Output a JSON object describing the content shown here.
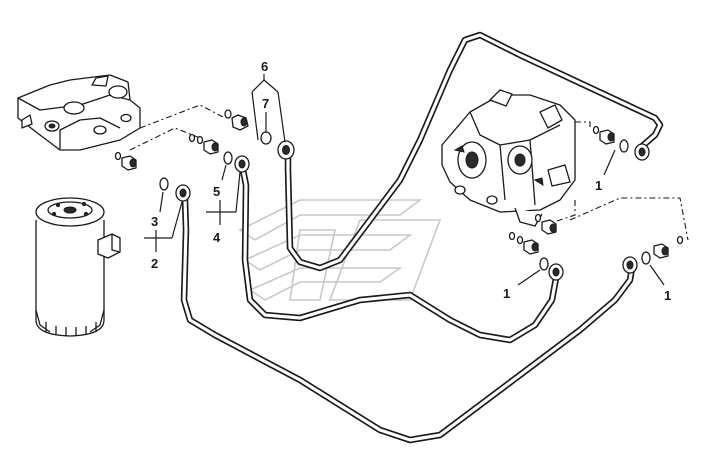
{
  "diagram": {
    "callouts": {
      "c1a": "1",
      "c1b": "1",
      "c1c": "1",
      "c2": "2",
      "c3": "3",
      "c4": "4",
      "c5": "5",
      "c6": "6",
      "c7": "7"
    }
  },
  "colors": {
    "line": "#1a1a1a",
    "background": "#ffffff",
    "watermark": "#c8c8c8"
  }
}
